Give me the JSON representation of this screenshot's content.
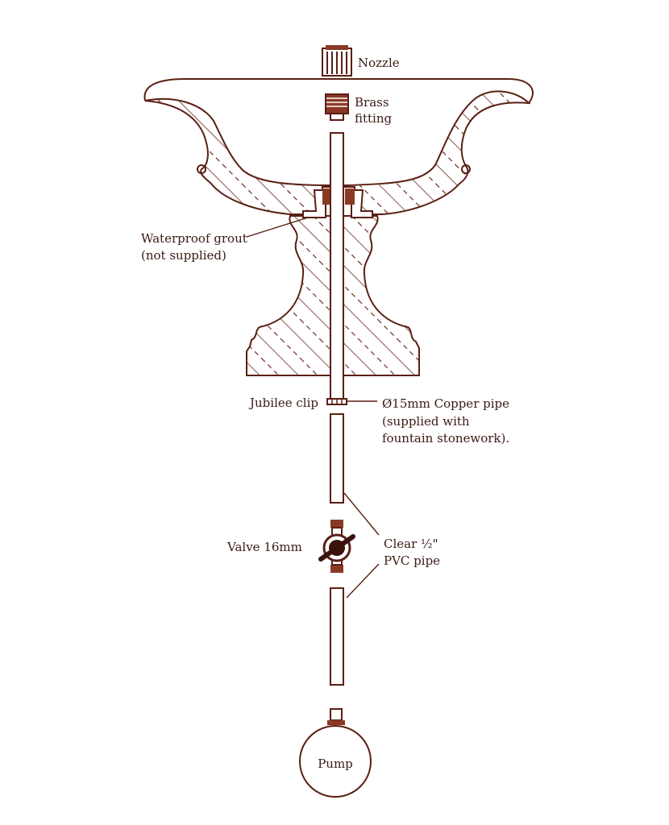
{
  "colors": {
    "ink": "#5a1f14",
    "hatch": "#6b2a1e",
    "fitting_fill": "#8a3a24",
    "text": "#3a1a14",
    "background": "#ffffff"
  },
  "labels": {
    "nozzle": "Nozzle",
    "brass_line1": "Brass",
    "brass_line2": "fitting",
    "grout_line1": "Waterproof grout",
    "grout_line2": "(not supplied)",
    "jubilee": "Jubilee clip",
    "copper_line1": "Ø15mm Copper pipe",
    "copper_line2": "(supplied with",
    "copper_line3": "fountain stonework).",
    "valve": "Valve 16mm",
    "pvc_line1": "Clear ½\"",
    "pvc_line2": "PVC pipe",
    "pump": "Pump"
  }
}
